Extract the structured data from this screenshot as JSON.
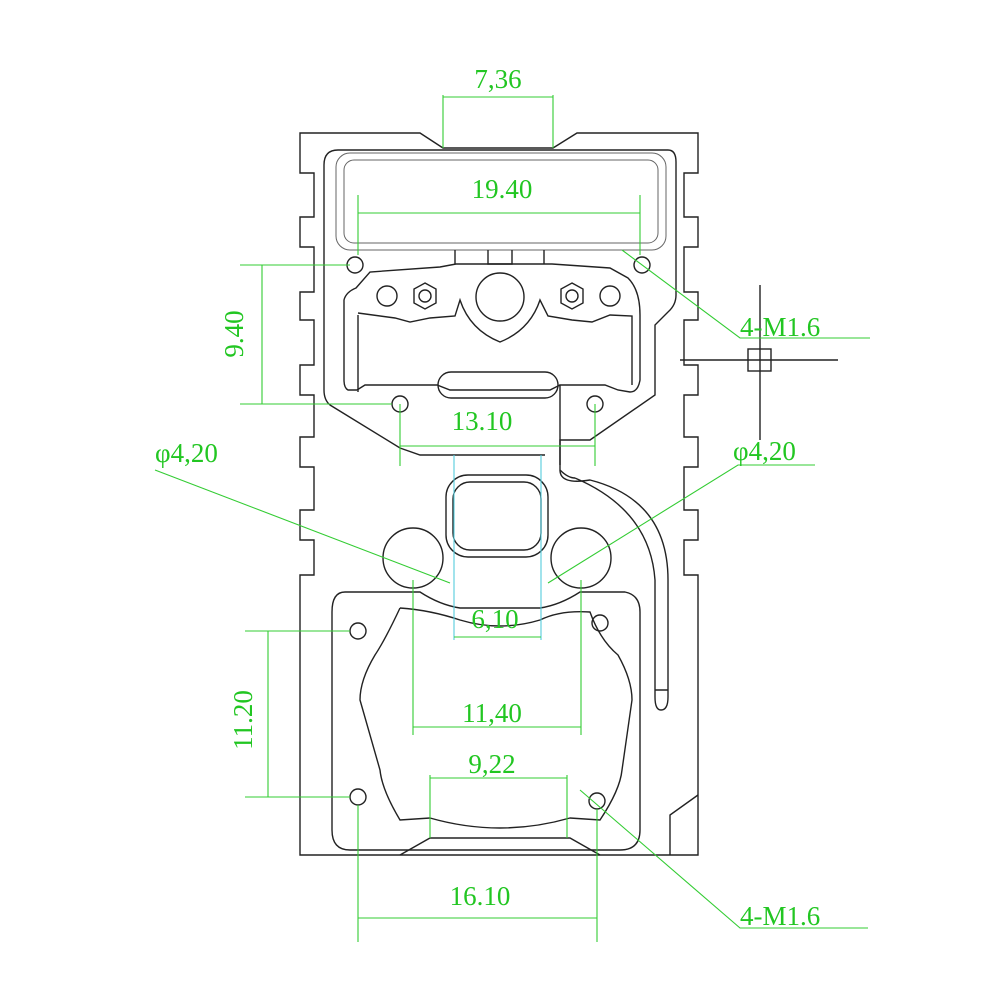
{
  "drawing": {
    "dimensions": {
      "top_notch_width": "7,36",
      "window_width": "19.40",
      "upper_hole_vertical": "9.40",
      "upper_thread_callout": "4-M1.6",
      "upper_hole_spacing": "13.10",
      "left_circle_diameter": "φ4,20",
      "right_circle_diameter": "φ4,20",
      "center_square_width": "6,10",
      "circle_spacing": "11,40",
      "lower_hole_vertical": "11.20",
      "lower_arc_width": "9,22",
      "lower_hole_spacing": "16.10",
      "lower_thread_callout": "4-M1.6"
    },
    "colors": {
      "outline": "#222222",
      "dimension": "#33cc33"
    }
  }
}
